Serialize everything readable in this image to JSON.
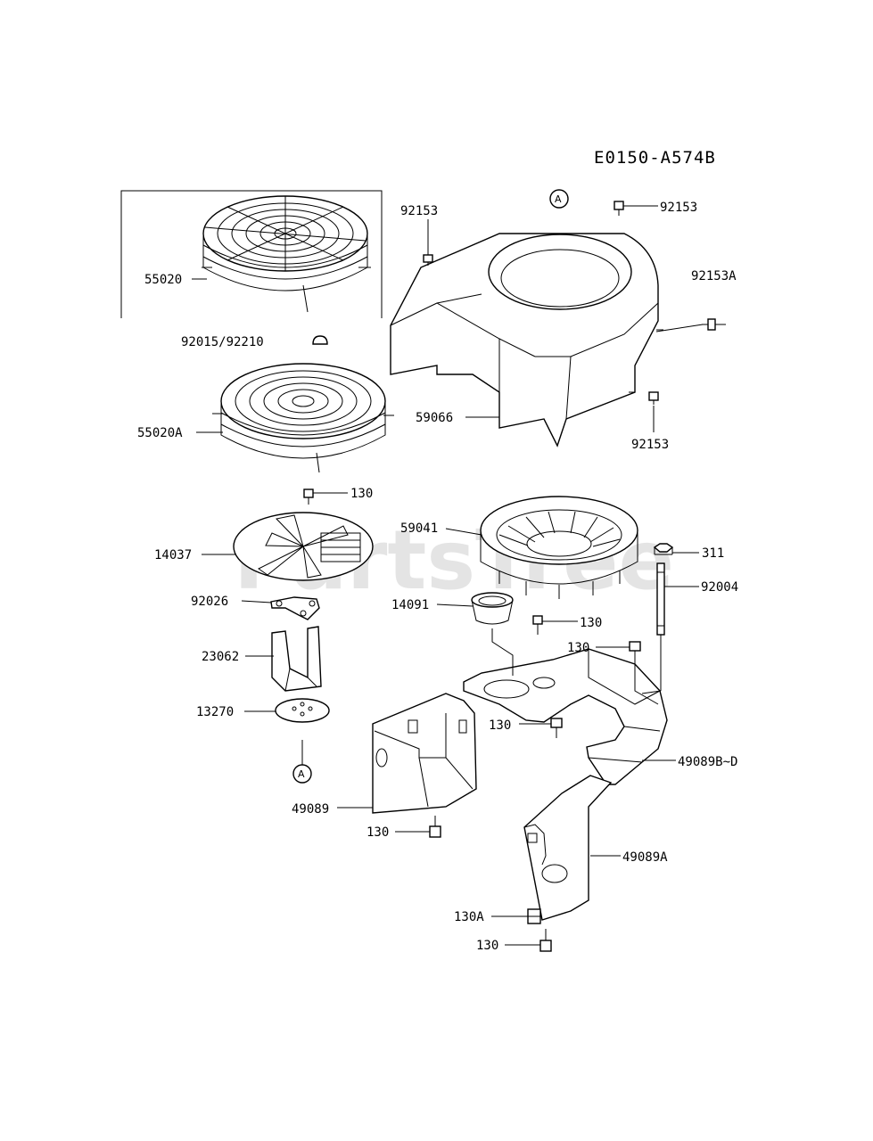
{
  "diagram_code": "E0150-A574B",
  "watermark": "PartsTree",
  "callout_ref": "A",
  "parts": {
    "p92153_a": "92153",
    "p92153_b": "92153",
    "p92153a": "92153A",
    "p92153_c": "92153",
    "p55020": "55020",
    "p92015": "92015/92210",
    "p55020a": "55020A",
    "p59066": "59066",
    "p130_a": "130",
    "p59041": "59041",
    "p14037": "14037",
    "p311": "311",
    "p92004": "92004",
    "p14091": "14091",
    "p130_b": "130",
    "p92026": "92026",
    "p130_c": "130",
    "p23062": "23062",
    "p13270": "13270",
    "p130_d": "130",
    "p49089bd": "49089B~D",
    "p49089": "49089",
    "p130_e": "130",
    "p49089a": "49089A",
    "p130a": "130A",
    "p130_f": "130"
  }
}
